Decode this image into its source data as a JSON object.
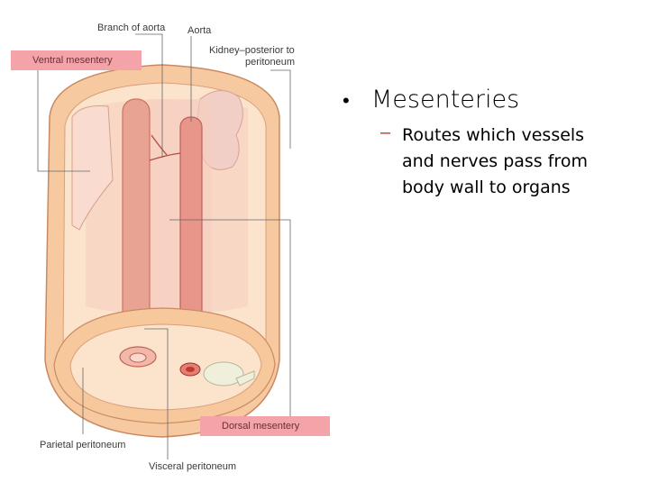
{
  "labels": {
    "branch_of_aorta": "Branch of aorta",
    "aorta": "Aorta",
    "kidney_line1": "Kidney–posterior to",
    "kidney_line2": "peritoneum",
    "ventral_mesentery": "Ventral mesentery",
    "dorsal_mesentery": "Dorsal mesentery",
    "parietal_peritoneum": "Parietal peritoneum",
    "visceral_peritoneum": "Visceral peritoneum"
  },
  "slide": {
    "bullet": "Mesenteries",
    "sub_bullet": "Routes which vessels and nerves pass from body wall to organs"
  },
  "colors": {
    "label_box": "#f4a3a8",
    "tissue_outer": "#f6c9a0",
    "tissue_inner": "#fbe3cc",
    "vessel": "#e8958a",
    "vessel_lumen": "#c0392b",
    "kidney": "#f2cfc6",
    "spine": "#efefdc",
    "sub_dash": "#c0392b"
  }
}
